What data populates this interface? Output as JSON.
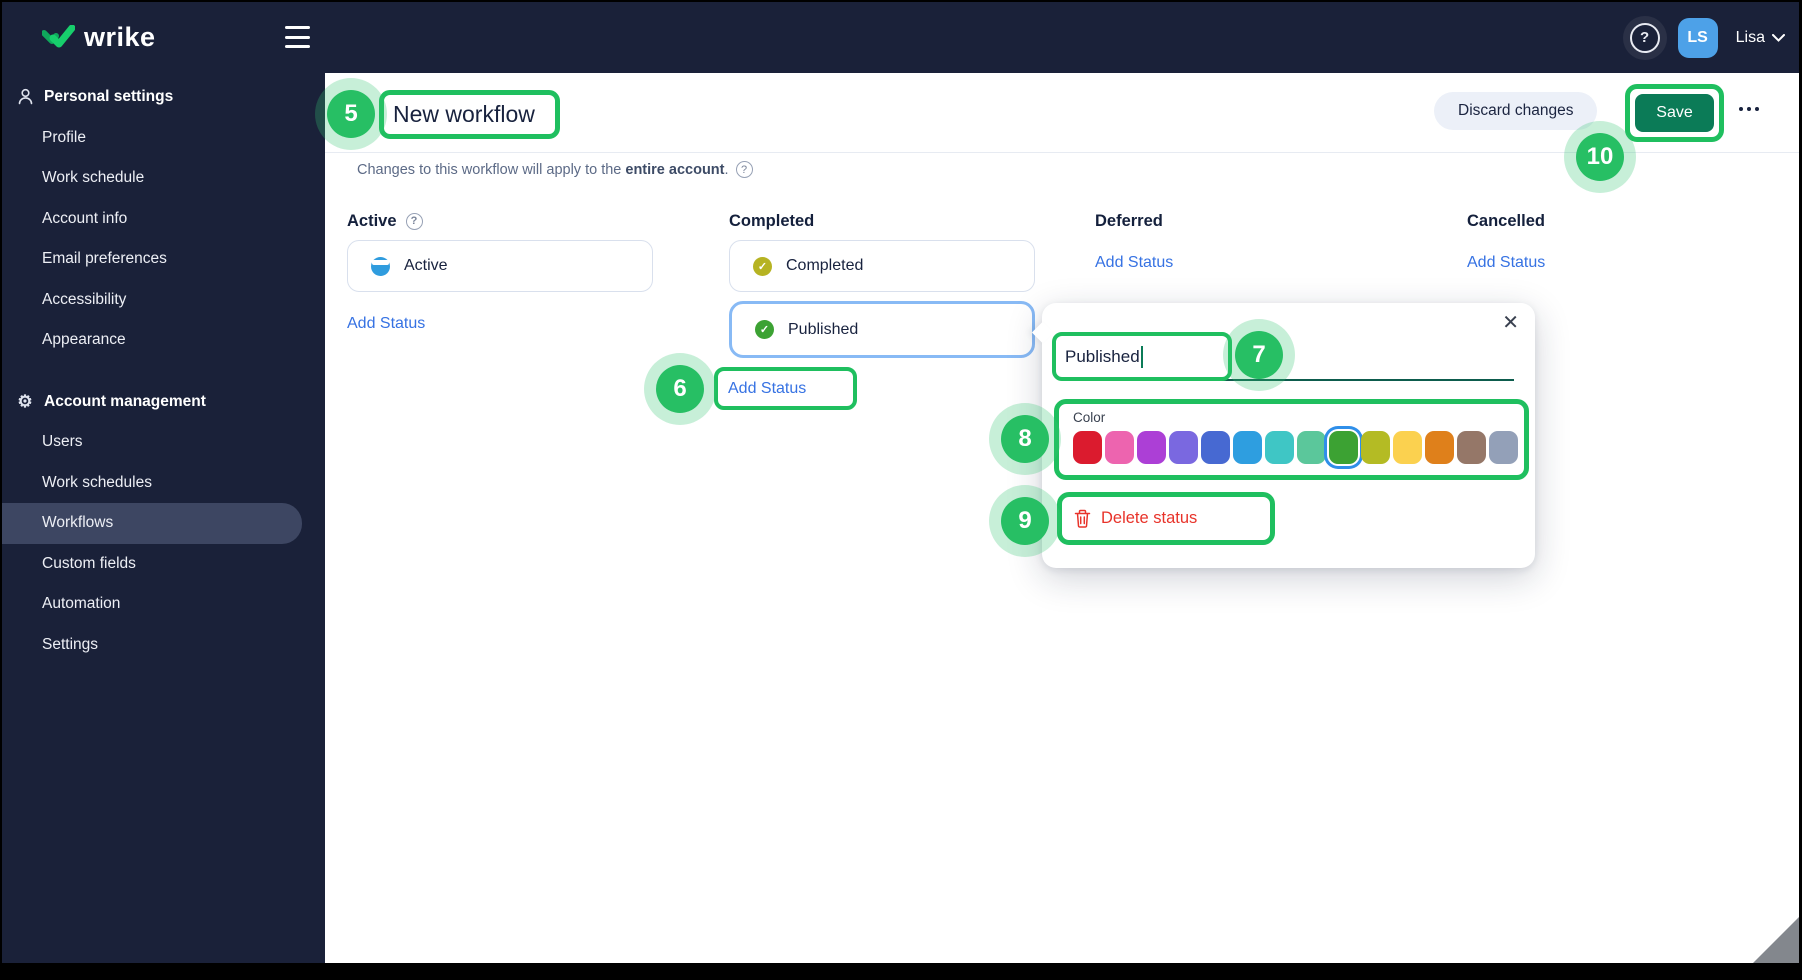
{
  "topbar": {
    "logo_text": "wrike",
    "user_initials": "LS",
    "user_name": "Lisa"
  },
  "sidebar": {
    "section1_label": "Personal settings",
    "section1_items": [
      "Profile",
      "Work schedule",
      "Account info",
      "Email preferences",
      "Accessibility",
      "Appearance"
    ],
    "section2_label": "Account management",
    "section2_items": [
      "Users",
      "Work schedules",
      "Workflows",
      "Custom fields",
      "Automation",
      "Settings"
    ],
    "active_item": "Workflows"
  },
  "header": {
    "title": "New workflow",
    "discard_label": "Discard changes",
    "save_label": "Save"
  },
  "notice": {
    "prefix": "Changes to this workflow will apply to the ",
    "bold": "entire account",
    "suffix": "."
  },
  "board": {
    "columns": [
      {
        "name": "Active"
      },
      {
        "name": "Completed"
      },
      {
        "name": "Deferred"
      },
      {
        "name": "Cancelled"
      }
    ],
    "add_status_label": "Add Status",
    "statuses": {
      "active": {
        "label": "Active",
        "color": "#2F9CDE"
      },
      "completed": {
        "label": "Completed",
        "color": "#B6B322"
      },
      "published": {
        "label": "Published",
        "color": "#3CA233"
      }
    }
  },
  "popup": {
    "name_value": "Published",
    "color_label": "Color",
    "colors": [
      "#DB1B2E",
      "#ED64AF",
      "#AC3FD6",
      "#7A68E0",
      "#4769D2",
      "#2E9EE0",
      "#3FC6C5",
      "#5BC79B",
      "#3CA233",
      "#B4BB24",
      "#FBD14F",
      "#DF801B",
      "#957768",
      "#93A0B8"
    ],
    "selected_color_index": 8,
    "delete_label": "Delete status"
  },
  "annotations": {
    "step5": "5",
    "step6": "6",
    "step7": "7",
    "step8": "8",
    "step9": "9",
    "step10": "10"
  },
  "glyphs": {
    "help": "?",
    "check": "✓",
    "close": "✕",
    "gear": "⚙"
  },
  "colors": {
    "annotation_green": "#1FBF5F",
    "save_green": "#0B7B57",
    "link_blue": "#3672E3",
    "delete_red": "#E8332A",
    "selected_card_border": "#88BAF5"
  }
}
